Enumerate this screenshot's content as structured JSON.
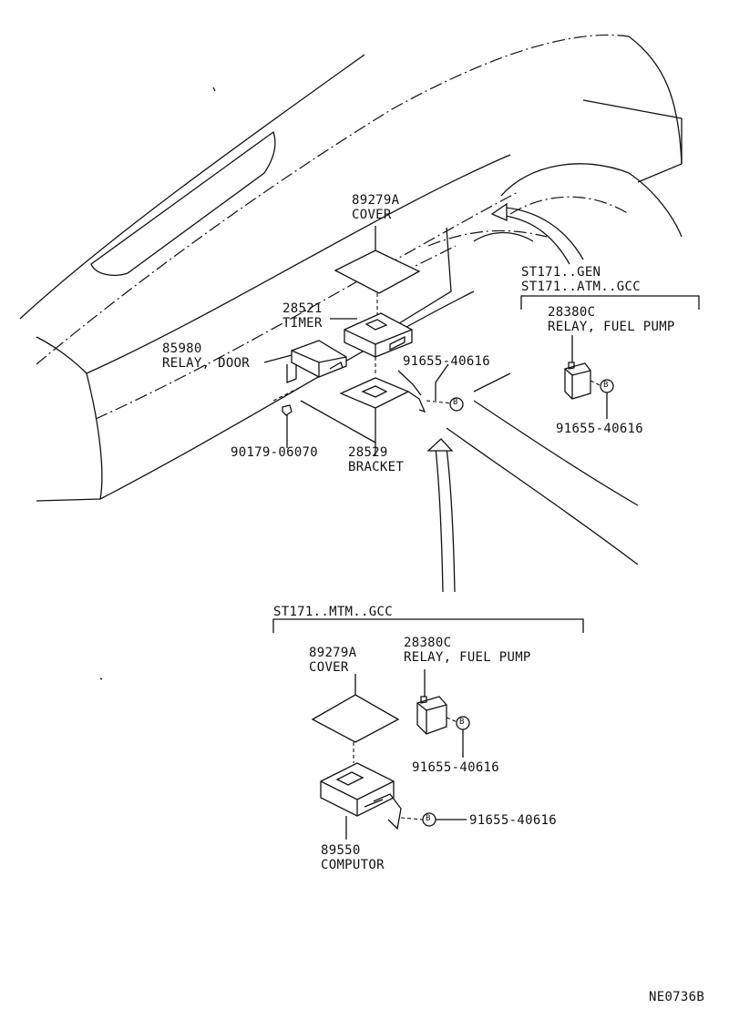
{
  "diagram_code": "NE0736B",
  "top": {
    "cover": {
      "part_no": "89279A",
      "name": "COVER"
    },
    "timer": {
      "part_no": "28521",
      "name": "TIMER"
    },
    "relay_door": {
      "part_no": "85980",
      "name": "RELAY, DOOR"
    },
    "bolt_a": {
      "part_no": "91655-40616"
    },
    "screw": {
      "part_no": "90179-06070"
    },
    "bracket": {
      "part_no": "28529",
      "name": "BRACKET"
    }
  },
  "variant_gen": {
    "line1": "ST171..GEN",
    "line2": "ST171..ATM..GCC",
    "relay": {
      "part_no": "28380C",
      "name": "RELAY, FUEL PUMP"
    },
    "bolt": {
      "part_no": "91655-40616"
    },
    "bolt_marker": "B"
  },
  "variant_mtm": {
    "title": "ST171..MTM..GCC",
    "cover": {
      "part_no": "89279A",
      "name": "COVER"
    },
    "relay": {
      "part_no": "28380C",
      "name": "RELAY, FUEL PUMP"
    },
    "bolt_relay": {
      "part_no": "91655-40616"
    },
    "bolt_computer": {
      "part_no": "91655-40616"
    },
    "computer": {
      "part_no": "89550",
      "name": "COMPUTOR"
    },
    "bolt_marker": "B"
  },
  "top_bolt_marker": "B"
}
